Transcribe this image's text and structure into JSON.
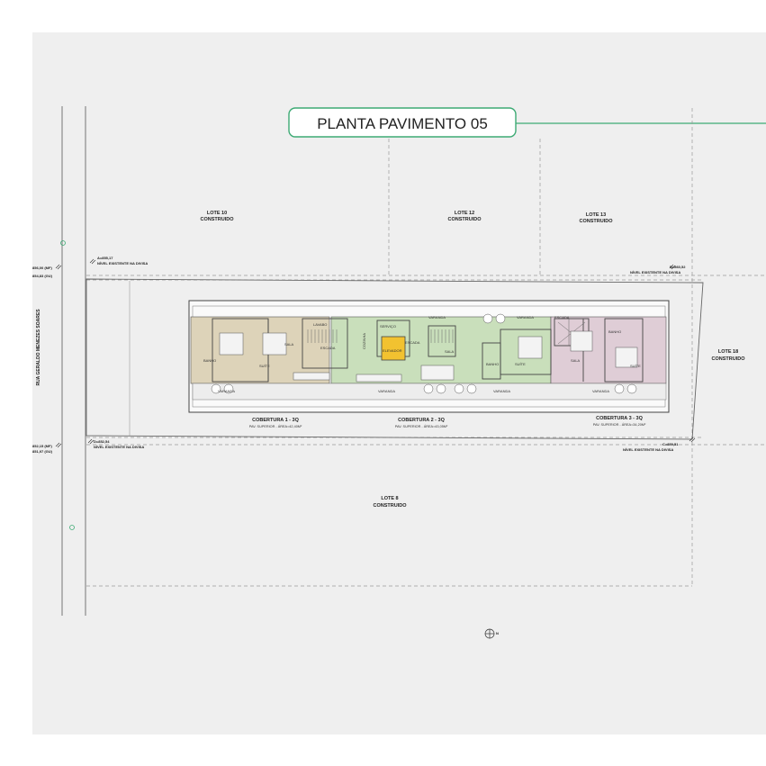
{
  "title": "PLANTA PAVIMENTO 05",
  "colors": {
    "accent": "#3daa74",
    "sheet_bg": "#efefef",
    "unit1": "#ddd3b9",
    "unit2": "#c9dfbb",
    "unit3": "#dfcdd6",
    "elevator": "#f2c230"
  },
  "street": "RUA GERALDO MENEZES SOARES",
  "lots": {
    "lote10": {
      "name": "LOTE 10",
      "status": "CONSTRUIDO"
    },
    "lote12": {
      "name": "LOTE 12",
      "status": "CONSTRUIDO"
    },
    "lote13": {
      "name": "LOTE 13",
      "status": "CONSTRUIDO"
    },
    "lote18": {
      "name": "LOTE 18",
      "status": "CONSTRUIDO"
    },
    "lote8": {
      "name": "LOTE 8",
      "status": "CONSTRUIDO"
    }
  },
  "levels": {
    "a": {
      "value": "A=855,17",
      "note": "NÍVEL EXISTENTE NA DIVISA"
    },
    "b": {
      "value": "B=860,52",
      "note": "NÍVEL EXISTENTE NA DIVISA"
    },
    "c": {
      "value": "C=859,51",
      "note": "NÍVEL EXISTENTE NA DIVISA"
    },
    "d": {
      "value": "D=852,54",
      "note": "NÍVEL EXISTENTE NA DIVISA"
    },
    "left_top_1": "856,00 (MF)",
    "left_top_2": "854,83 (GU)",
    "left_bot_1": "852,15 (MF)",
    "left_bot_2": "851,97 (GU)"
  },
  "units": {
    "u1": {
      "title": "COBERTURA 1 - 3Q",
      "area": "PAV. SUPERIOR - ÁREA=42,40M²"
    },
    "u2": {
      "title": "COBERTURA 2 - 3Q",
      "area": "PAV. SUPERIOR - ÁREA=43,05M²"
    },
    "u3": {
      "title": "COBERTURA 3 - 3Q",
      "area": "PAV. SUPERIOR - ÁREA=34,20M²"
    }
  },
  "rooms": {
    "sala": "SALA",
    "suite": "SUÍTE",
    "banho": "BANHO",
    "varanda": "VARANDA",
    "escada": "ESCADA",
    "lavabo": "LAVABO",
    "servico": "SERVIÇO",
    "elevador": "ELEVADOR",
    "cozinha": "COZINHA"
  },
  "north": "N"
}
